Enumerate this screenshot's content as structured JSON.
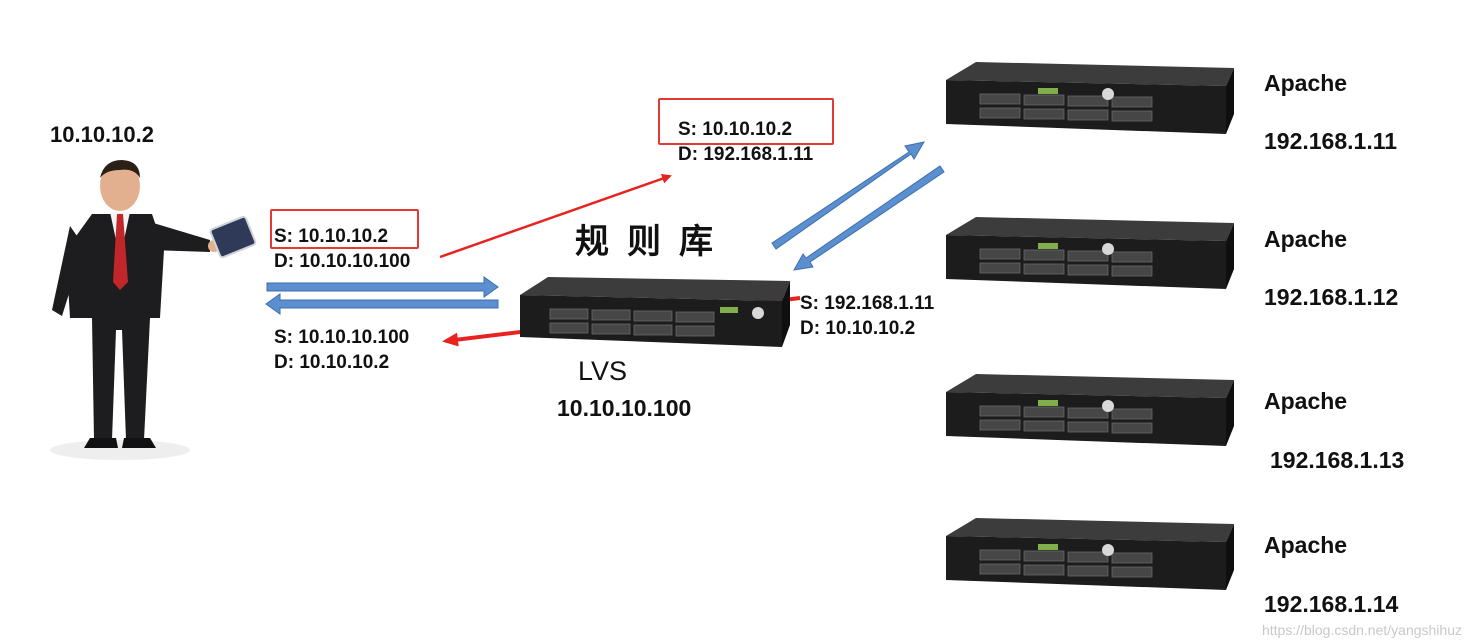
{
  "client": {
    "ip": "10.10.10.2"
  },
  "request_to_lvs": {
    "src": "S:  10.10.10.2",
    "dst": "D:  10.10.10.100"
  },
  "reply_to_client": {
    "src": "S:  10.10.10.100",
    "dst": "D:  10.10.10.2"
  },
  "forwarded_to_real": {
    "src": "S:  10.10.10.2",
    "dst": "D:  192.168.1.11"
  },
  "reply_from_real": {
    "src": "S:  192.168.1.11",
    "dst": "D:  10.10.10.2"
  },
  "rule_base": "规则库",
  "lvs": {
    "name": "LVS",
    "ip": "10.10.10.100"
  },
  "real_servers": [
    {
      "name": "Apache",
      "ip": "192.168.1.11"
    },
    {
      "name": "Apache",
      "ip": "192.168.1.12"
    },
    {
      "name": "Apache",
      "ip": "192.168.1.13"
    },
    {
      "name": "Apache",
      "ip": "192.168.1.14"
    }
  ],
  "watermark": "https://blog.csdn.net/yangshihuz",
  "colors": {
    "blue_arrow": "#5b8fd0",
    "red_arrow": "#e8231f",
    "box_border": "#e53935"
  }
}
